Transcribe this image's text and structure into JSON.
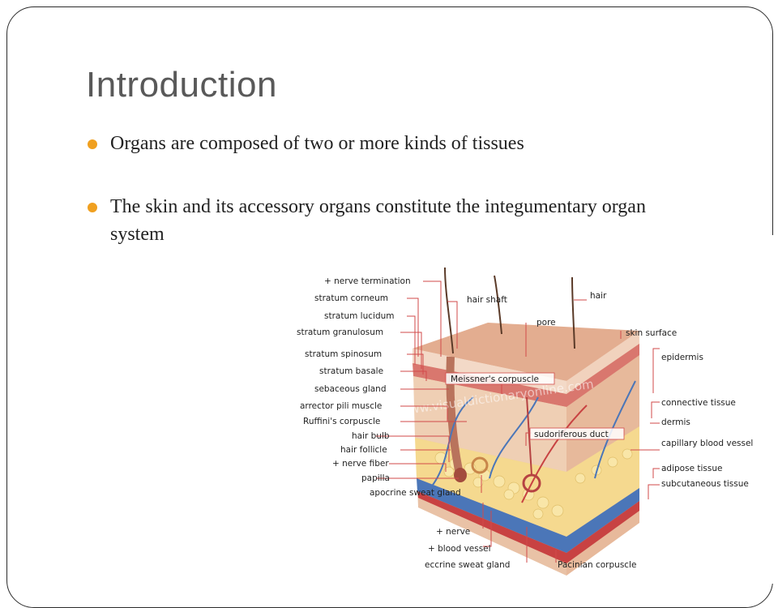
{
  "slide": {
    "title": "Introduction",
    "bullets": [
      "Organs are composed of two or more kinds of tissues",
      "The skin and its accessory organs constitute the integumentary organ system"
    ],
    "accent_color": "#f0a020"
  },
  "figure": {
    "subject": "skin cross-section illustration",
    "watermark": "www.visualdictionaryonline.com",
    "left_labels": [
      "+ nerve termination",
      "stratum corneum",
      "stratum lucidum",
      "stratum granulosum",
      "stratum spinosum",
      "stratum basale",
      "sebaceous gland",
      "arrector pili muscle",
      "Ruffini's corpuscle",
      "hair bulb",
      "hair follicle",
      "+ nerve fiber",
      "papilla",
      "apocrine sweat gland"
    ],
    "right_labels": [
      "hair",
      "skin surface",
      "epidermis",
      "connective tissue",
      "dermis",
      "capillary blood vessel",
      "adipose tissue",
      "subcutaneous tissue"
    ],
    "inner_labels": [
      "hair shaft",
      "pore",
      "Meissner's corpuscle",
      "sudoriferous duct"
    ],
    "bottom_labels": [
      "+ nerve",
      "+ blood vessel",
      "eccrine sweat gland",
      "Pacinian corpuscle"
    ]
  }
}
